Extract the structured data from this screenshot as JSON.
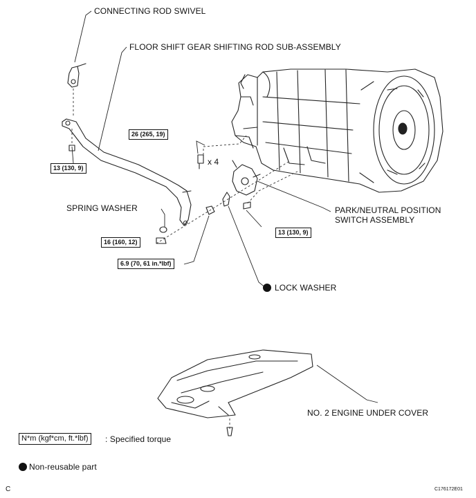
{
  "labels": {
    "connecting_rod_swivel": "CONNECTING ROD SWIVEL",
    "floor_shift_rod": "FLOOR SHIFT GEAR SHIFTING ROD SUB-ASSEMBLY",
    "park_neutral_line1": "PARK/NEUTRAL POSITION",
    "park_neutral_line2": "SWITCH ASSEMBLY",
    "spring_washer": "SPRING WASHER",
    "lock_washer": "LOCK WASHER",
    "engine_under_cover": "NO. 2 ENGINE UNDER COVER",
    "bolt_count": "x 4"
  },
  "torques": {
    "t_26": "26 (265, 19)",
    "t_13_left": "13 (130, 9)",
    "t_13_right": "13 (130, 9)",
    "t_16": "16 (160, 12)",
    "t_69": "6.9 (70, 61 in.*lbf)"
  },
  "legend": {
    "torque_box": "N*m (kgf*cm, ft.*lbf)",
    "torque_desc": ": Specified torque",
    "nonreusable": "Non-reusable part"
  },
  "footer": {
    "corner_letter": "C",
    "figure_code": "C176172E01"
  }
}
